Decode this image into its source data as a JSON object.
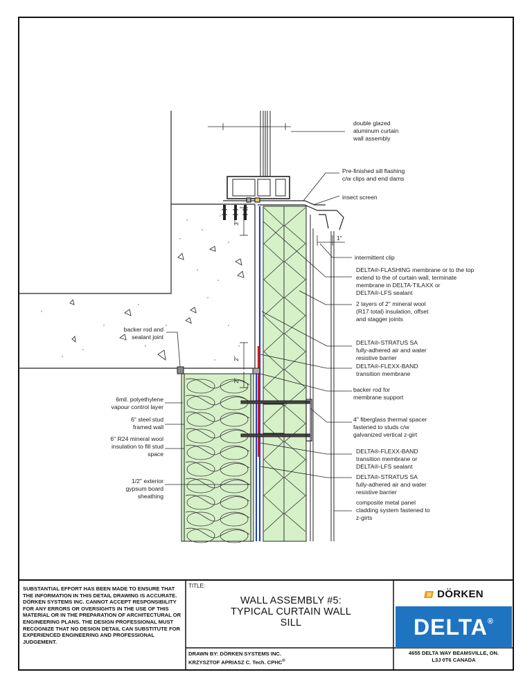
{
  "labels": {
    "curtain_wall": [
      "double glazed",
      "aluminum curtain",
      "wall assembly"
    ],
    "sill_flashing": [
      "Pre-finished sill flashing",
      "c/w clips and end dams"
    ],
    "insect_screen": [
      "insect screen"
    ],
    "intermittent_clip": [
      "intermittent clip"
    ],
    "flashing_membrane": [
      "DELTA®-FLASHING membrane or to the top",
      "extend to the of curtain wall, terminate",
      "membrane in DELTA-TILAXX or",
      "DELTA®-LFS sealant"
    ],
    "mineral_wool": [
      "2 layers of 2\" mineral wool",
      "(R17 total)  insulation, offset",
      "and stagger joints"
    ],
    "stratus_top": [
      "DELTA®-STRATUS SA",
      "fully-adhered air and water",
      "resistive barrier"
    ],
    "flexx_band_top": [
      "DELTA®-FLEXX-BAND",
      "transition membrane"
    ],
    "backer_rod_support": [
      "backer rod for",
      "membrane support"
    ],
    "thermal_spacer": [
      "4\" fiberglass thermal spacer",
      "fastened to studs c/w",
      "galvanized vertical z-girt"
    ],
    "flexx_band_bottom": [
      "DELTA®-FLEXX-BAND",
      "transition membrane or",
      "DELTA®-LFS sealant"
    ],
    "stratus_bottom": [
      "DELTA®-STRATUS SA",
      "fully-adhered air and water",
      "resistive barrier"
    ],
    "metal_panel": [
      "composite metal panel",
      "cladding system fastened to",
      "z-girts"
    ],
    "backer_rod_sealant": [
      "backer rod and",
      "sealant joint"
    ],
    "poly_vapour": [
      "6mil. polyethylene",
      "vapour control layer"
    ],
    "steel_stud": [
      "6\" steel stud",
      "framed wall"
    ],
    "r24_wool": [
      "6\" R24 mineral wool",
      "insulation to fill stud",
      "space"
    ],
    "gypsum": [
      "1/2\" exterior",
      "gypsum board",
      "sheathing"
    ]
  },
  "dimensions": {
    "dim_3in": "3\"",
    "dim_1in": "1\"",
    "dim_2in_a": "2\"",
    "dim_2in_b": "2\""
  },
  "title_block": {
    "disclaimer": "SUBSTANTIAL EFFORT HAS BEEN MADE TO ENSURE THAT THE INFORMATION IN THIS DETAIL DRAWING IS ACCURATE. DÖRKEN SYSTEMS INC. CANNOT ACCEPT RESPONSIBILITY FOR ANY ERRORS OR OVERSIGHTS IN THE USE OF THIS MATERIAL OR IN THE PREPARATION OF ARCHITECTURAL OR ENGINEERING PLANS. THE DESIGN PROFESSIONAL MUST RECOGNIZE THAT NO DESIGN DETAIL CAN SUBSTITUTE FOR EXPERIENCED ENGINEERING AND PROFESSIONAL JUDGEMENT.",
    "title_label": "TITLE:",
    "title_line1": "WALL ASSEMBLY #5:",
    "title_line2": "TYPICAL CURTAIN WALL",
    "title_line3": "SILL",
    "drawn_by": "DRAWN BY: DÖRKEN SYSTEMS INC.",
    "drafter": "KRZYSZTOF APRIASZ C. Tech. CPHC",
    "drafter_mark": "®",
    "brand_name": "DÖRKEN",
    "brand_logo": "DELTA",
    "brand_mark": "®",
    "address_line1": "4655 DELTA WAY BEAMSVILLE, ON.",
    "address_line2": "L3J 0T6 CANADA"
  },
  "colors": {
    "insulation_green": "#d6f0c8",
    "membrane_blue": "#1f3fbf",
    "membrane_red": "#d81f1f",
    "brand_blue": "#1f74c2",
    "brand_orange": "#f29a1a"
  }
}
